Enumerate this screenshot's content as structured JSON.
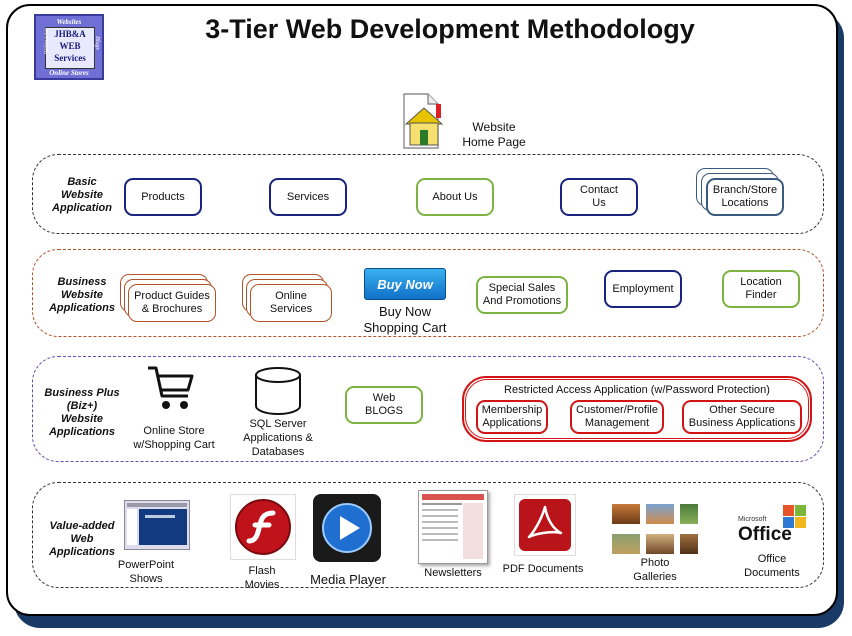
{
  "title": "3-Tier Web Development Methodology",
  "logo": {
    "top": "Websites",
    "line1": "JHB&A",
    "line2": "WEB",
    "line3": "Services",
    "bottom": "Online Stores",
    "left": "Webmaster",
    "right": "Blogs"
  },
  "home": {
    "label_1": "Website",
    "label_2": "Home Page"
  },
  "tier1": {
    "label": [
      "Basic",
      "Website",
      "Application"
    ],
    "items": [
      "Products",
      "Services",
      "About Us"
    ],
    "contact": [
      "Contact",
      "Us"
    ],
    "branch": [
      "Branch/Store",
      "Locations"
    ]
  },
  "tier2": {
    "label": [
      "Business",
      "Website",
      "Applications"
    ],
    "guides": [
      "Product Guides",
      "& Brochures"
    ],
    "online": [
      "Online",
      "Services"
    ],
    "buy_button": "Buy Now",
    "buy_caption": [
      "Buy Now",
      "Shopping Cart"
    ],
    "sales": [
      "Special Sales",
      "And Promotions"
    ],
    "employment": "Employment",
    "finder": [
      "Location",
      "Finder"
    ]
  },
  "tier3": {
    "label": [
      "Business Plus",
      "(Biz+)",
      "Website",
      "Applications"
    ],
    "store": [
      "Online Store",
      "w/Shopping Cart"
    ],
    "sql": [
      "SQL Server",
      "Applications &",
      "Databases"
    ],
    "blogs": [
      "Web",
      "BLOGS"
    ],
    "restricted_title": "Restricted Access Application (w/Password Protection)",
    "membership": [
      "Membership",
      "Applications"
    ],
    "customer": [
      "Customer/Profile",
      "Management"
    ],
    "secure": [
      "Other Secure",
      "Business Applications"
    ]
  },
  "tier4": {
    "label": [
      "Value-added",
      "Web",
      "Applications"
    ],
    "powerpoint": [
      "PowerPoint",
      "Shows"
    ],
    "flash": [
      "Flash",
      "Movies"
    ],
    "media": "Media Player",
    "newsletters": "Newsletters",
    "pdf": "PDF Documents",
    "photo": [
      "Photo",
      "Galleries"
    ],
    "office_logo": "Office",
    "office_brand": "Microsoft",
    "office": [
      "Office",
      "Documents"
    ]
  },
  "colors": {
    "navy": "#1a237e",
    "green": "#7cb342",
    "brown": "#b0522a",
    "purple": "#6a4bb0",
    "red": "#d21414"
  }
}
